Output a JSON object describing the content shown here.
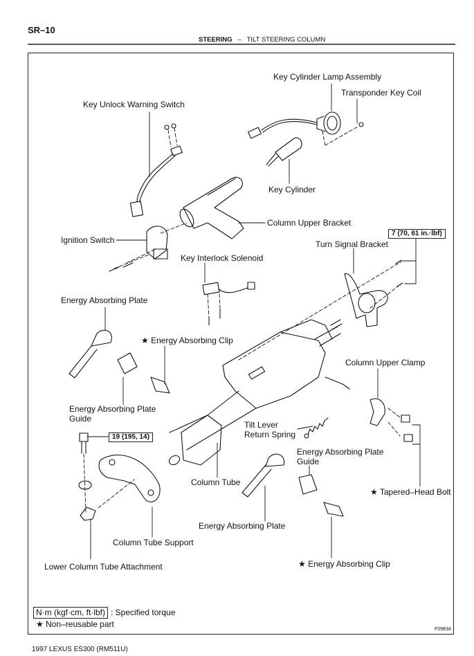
{
  "header": {
    "page_id": "SR–10",
    "section": "STEERING",
    "separator": "–",
    "subsection": "TILT STEERING COLUMN"
  },
  "labels": {
    "key_cylinder_lamp_assembly": "Key Cylinder Lamp Assembly",
    "transponder_key_coil": "Transponder Key Coil",
    "key_unlock_warning_switch": "Key Unlock Warning Switch",
    "key_cylinder": "Key Cylinder",
    "column_upper_bracket": "Column Upper Bracket",
    "ignition_switch": "Ignition Switch",
    "turn_signal_bracket": "Turn Signal Bracket",
    "key_interlock_solenoid": "Key Interlock Solenoid",
    "energy_absorbing_plate_top": "Energy Absorbing Plate",
    "energy_absorbing_clip_top": "★ Energy Absorbing Clip",
    "column_upper_clamp": "Column Upper Clamp",
    "energy_absorbing_plate_guide_left_1": "Energy Absorbing Plate",
    "energy_absorbing_plate_guide_left_2": "Guide",
    "tilt_lever_return_spring_1": "Tilt Lever",
    "tilt_lever_return_spring_2": "Return Spring",
    "energy_absorbing_plate_guide_right_1": "Energy Absorbing Plate",
    "energy_absorbing_plate_guide_right_2": "Guide",
    "column_tube": "Column Tube",
    "tapered_head_bolt": "★ Tapered–Head Bolt",
    "energy_absorbing_plate_bottom": "Energy Absorbing Plate",
    "column_tube_support": "Column Tube Support",
    "lower_column_tube_attachment": "Lower Column Tube Attachment",
    "energy_absorbing_clip_bottom": "★ Energy Absorbing Clip"
  },
  "torque_specs": {
    "turn_signal_bracket_bolts": "7 (70, 61 in.·lbf)",
    "column_tube_support_bolt": "19 (195, 14)"
  },
  "legend": {
    "torque_unit_box": "N·m (kgf·cm, ft·lbf)",
    "torque_text": ": Specified torque",
    "non_reusable": "★ Non–reusable part"
  },
  "figure_id": "F09834",
  "footer": "1997 LEXUS ES300   (RM511U)"
}
